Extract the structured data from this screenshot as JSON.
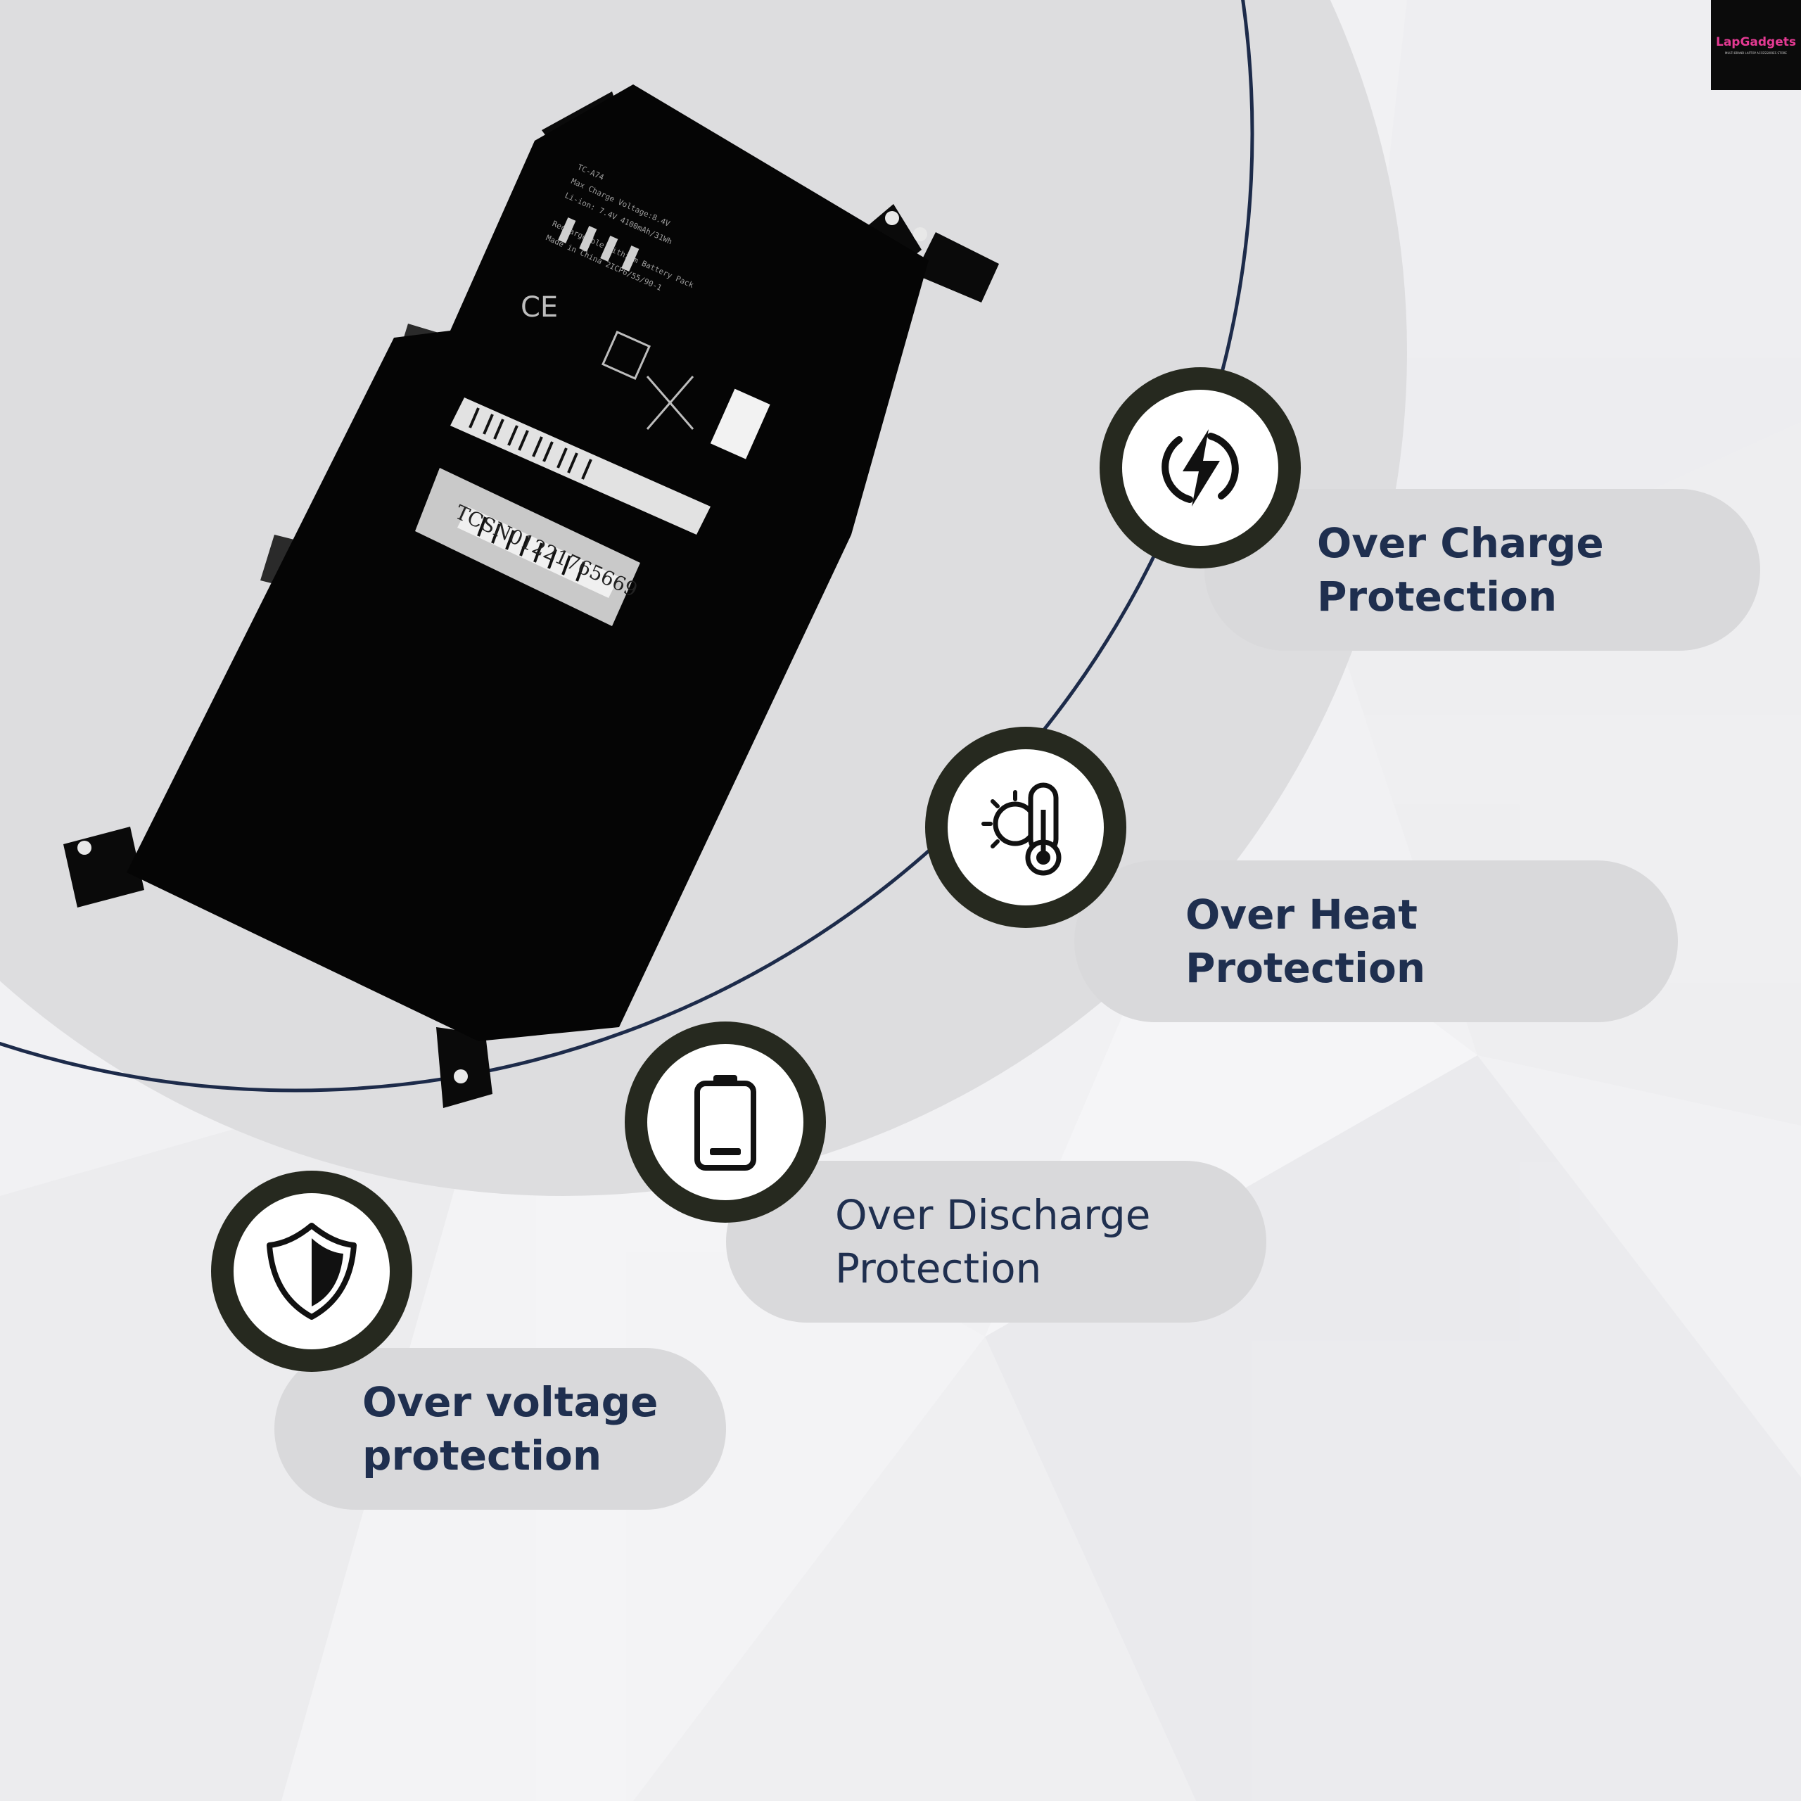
{
  "brand": {
    "logo_text": "LapGadgets",
    "tagline": "MULTI BRAND LAPTOP ACCESSORIES STORE"
  },
  "product": {
    "model": "TC-A74",
    "max_charge_voltage": "Max Charge Voltage:8.4V",
    "specs": "Li-ion: 7.4V 4100mAh/31Wh",
    "type_line": "Rechargeable Lithium Battery Pack",
    "origin": "Made in China 2ICP6/55/90-1",
    "serial": "TCSN01221765669"
  },
  "features": [
    {
      "icon": "lightning-bolt-icon",
      "line1": "Over Charge",
      "line2": "Protection"
    },
    {
      "icon": "thermometer-sun-icon",
      "line1": "Over Heat",
      "line2": "Protection"
    },
    {
      "icon": "battery-low-icon",
      "line1": "Over Discharge",
      "line2": "Protection"
    },
    {
      "icon": "shield-icon",
      "line1": "Over voltage",
      "line2": "protection"
    }
  ],
  "colors": {
    "heading_text": "#1f2f4f",
    "icon_ring": "#26291f",
    "pill_background": "#d9d9db",
    "circle_background": "#dddddf",
    "arc_line": "#1d2b4a",
    "battery_body": "#050505"
  }
}
